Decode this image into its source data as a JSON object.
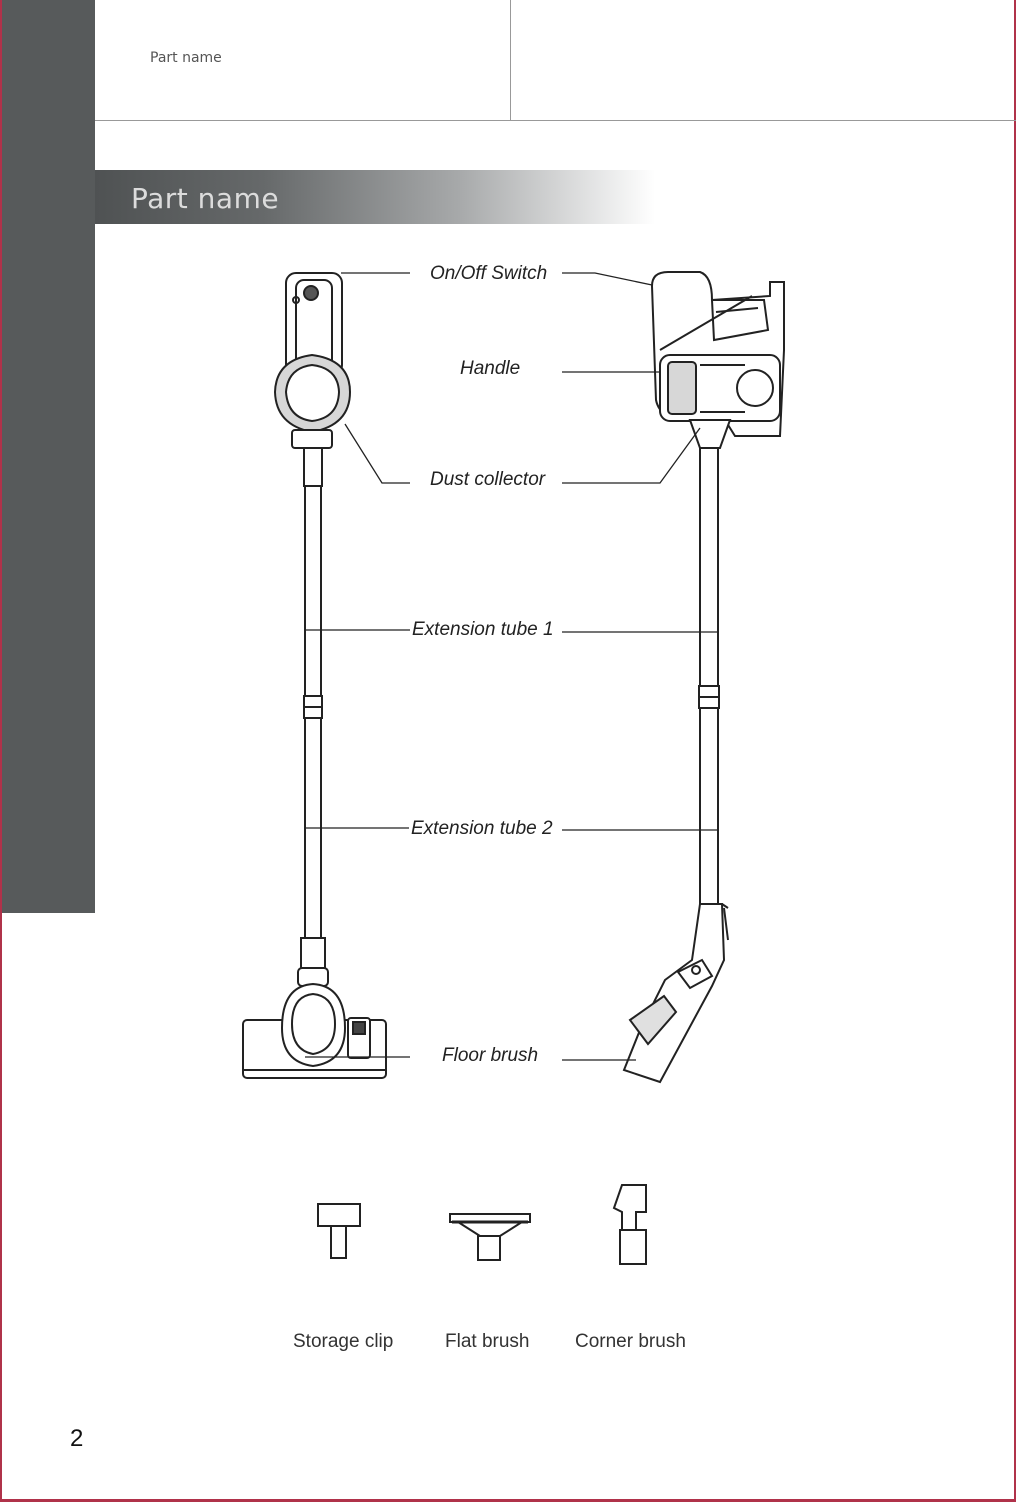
{
  "header": {
    "label": "Part name"
  },
  "section": {
    "title": "Part name"
  },
  "parts": {
    "on_off_switch": "On/Off Switch",
    "handle": "Handle",
    "dust_collector": "Dust collector",
    "extension_tube_1": "Extension tube 1",
    "extension_tube_2": "Extension tube 2",
    "floor_brush": "Floor brush"
  },
  "accessories": {
    "storage_clip": "Storage clip",
    "flat_brush": "Flat brush",
    "corner_brush": "Corner brush"
  },
  "page_number": "2",
  "colors": {
    "sidebar": "#575a5b",
    "edge": "#b0324a"
  }
}
